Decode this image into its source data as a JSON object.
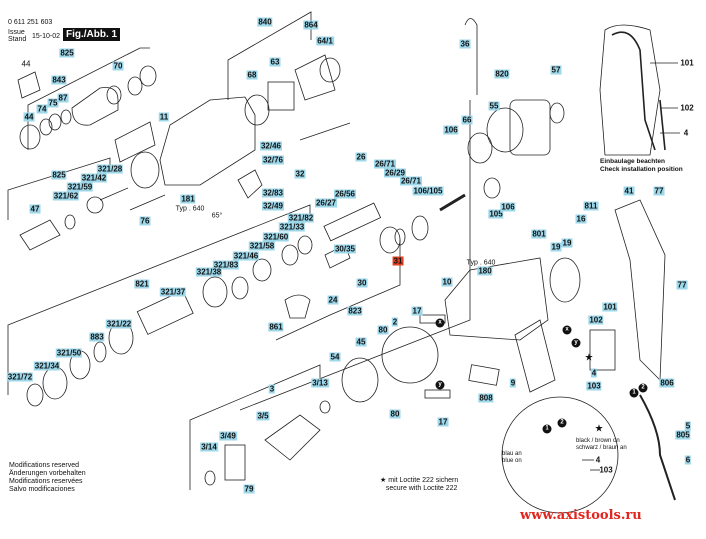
{
  "header": {
    "part_number": "0 611 251 603",
    "issue_label": "Issue",
    "stand_label": "Stand",
    "date": "15-10-02",
    "figure": "Fig./Abb. 1"
  },
  "labels": [
    "825",
    "843",
    "70",
    "74",
    "75",
    "87",
    "44",
    "11",
    "840",
    "864",
    "64/1",
    "68",
    "63",
    "32/46",
    "32/76",
    "32",
    "32/83",
    "32/49",
    "181",
    "76",
    "825",
    "321/28",
    "321/42",
    "321/59",
    "321/62",
    "47",
    "321/82",
    "321/33",
    "321/60",
    "321/58",
    "321/46",
    "321/83",
    "321/38",
    "26/27",
    "26/56",
    "26",
    "26/71",
    "26/29",
    "26/71",
    "30/35",
    "30",
    "31",
    "24",
    "823",
    "861",
    "36",
    "820",
    "57",
    "55",
    "66",
    "106",
    "106/105",
    "105",
    "106",
    "41",
    "77",
    "811",
    "16",
    "801",
    "19",
    "19",
    "180",
    "821",
    "321/37",
    "321/22",
    "883",
    "321/50",
    "321/34",
    "321/72",
    "10",
    "17",
    "2",
    "80",
    "45",
    "54",
    "3",
    "3/13",
    "3/5",
    "3/49",
    "3/14",
    "79",
    "80",
    "17",
    "808",
    "9",
    "101",
    "102",
    "4",
    "103",
    "806",
    "5",
    "805",
    "6",
    "77"
  ],
  "highlighted_label": "31",
  "plain_labels": {
    "p44": "44",
    "typ1": "Typ . 640",
    "angle": "65°",
    "typ2": "Typ . 640",
    "inset_101": "101",
    "inset_102": "102",
    "inset_4": "4",
    "detail_4": "4",
    "detail_103": "103"
  },
  "install_note": {
    "de": "Einbaulage beachten",
    "en": "Check installation position"
  },
  "callouts": {
    "x": "x",
    "y": "y",
    "one": "1",
    "two": "2"
  },
  "detail": {
    "black_brown": "black / brown on",
    "schwarz_braun": "schwarz / braun an",
    "blau_an": "blau an",
    "blue_on": "blue on"
  },
  "loctite": {
    "de": "mit Loctite 222 sichern",
    "en": "secure with Loctite 222",
    "symbol": "★"
  },
  "modifications": [
    "Modifications reserved",
    "Änderungen vorbehalten",
    "Modifications reservées",
    "Salvo modificaciones"
  ],
  "watermark": "www.axistools.ru",
  "colors": {
    "label_bg": "#9dd7ea",
    "highlight": "#e2401f",
    "watermark": "#e0261f"
  }
}
